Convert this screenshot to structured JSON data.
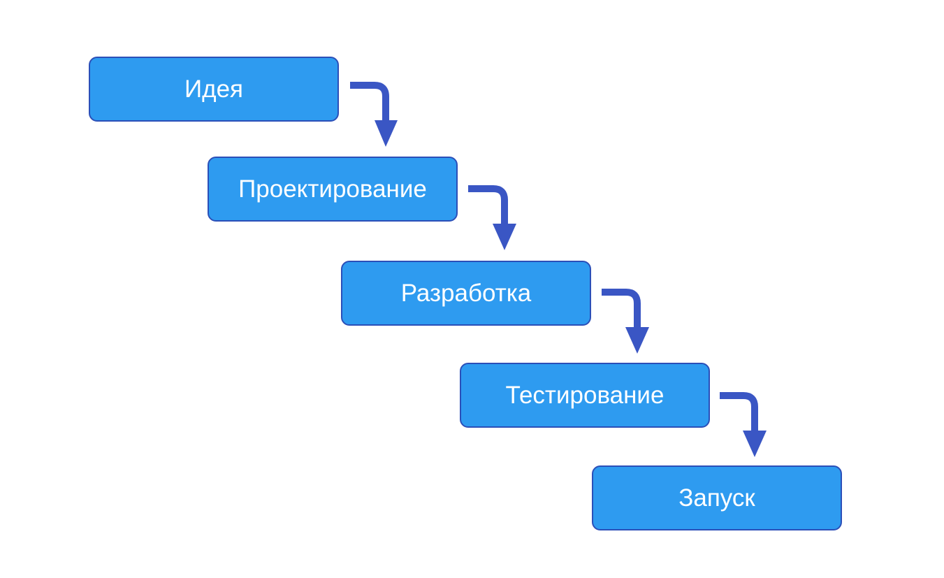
{
  "diagram": {
    "arrow_color": "#3a56c4",
    "box_fill": "#2e9bf0",
    "box_border": "#2b4fb8",
    "steps": [
      {
        "label": "Идея"
      },
      {
        "label": "Проектирование"
      },
      {
        "label": "Разработка"
      },
      {
        "label": "Тестирование"
      },
      {
        "label": "Запуск"
      }
    ]
  }
}
